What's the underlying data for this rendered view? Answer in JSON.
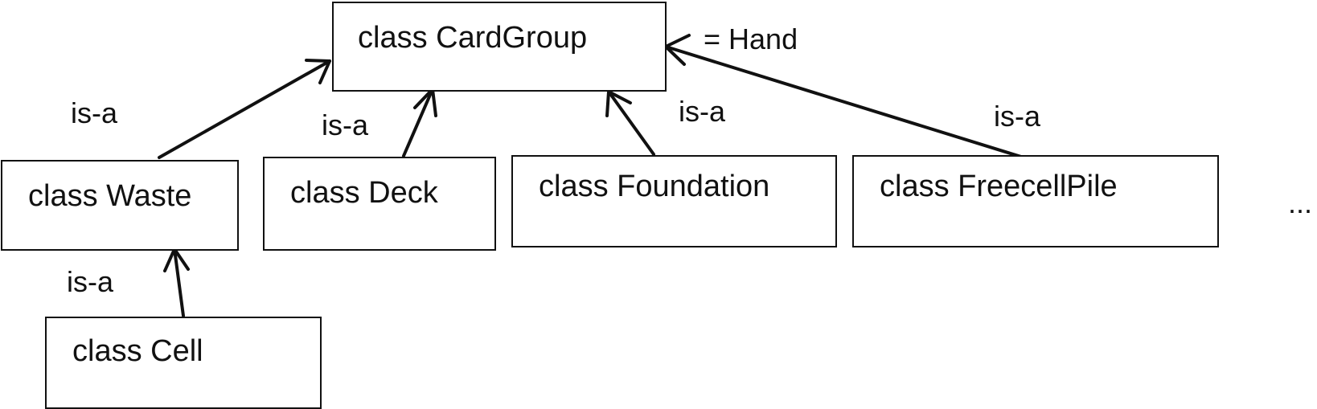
{
  "nodes": {
    "cardgroup": "class CardGroup",
    "waste": "class Waste",
    "deck": "class Deck",
    "foundation": "class Foundation",
    "freecellpile": "class FreecellPile",
    "cell": "class Cell"
  },
  "annotations": {
    "hand": "= Hand",
    "more": "..."
  },
  "edges": [
    {
      "from": "waste",
      "to": "cardgroup",
      "label": "is-a"
    },
    {
      "from": "deck",
      "to": "cardgroup",
      "label": "is-a"
    },
    {
      "from": "foundation",
      "to": "cardgroup",
      "label": "is-a"
    },
    {
      "from": "freecellpile",
      "to": "cardgroup",
      "label": "is-a"
    },
    {
      "from": "cell",
      "to": "waste",
      "label": "is-a"
    }
  ]
}
